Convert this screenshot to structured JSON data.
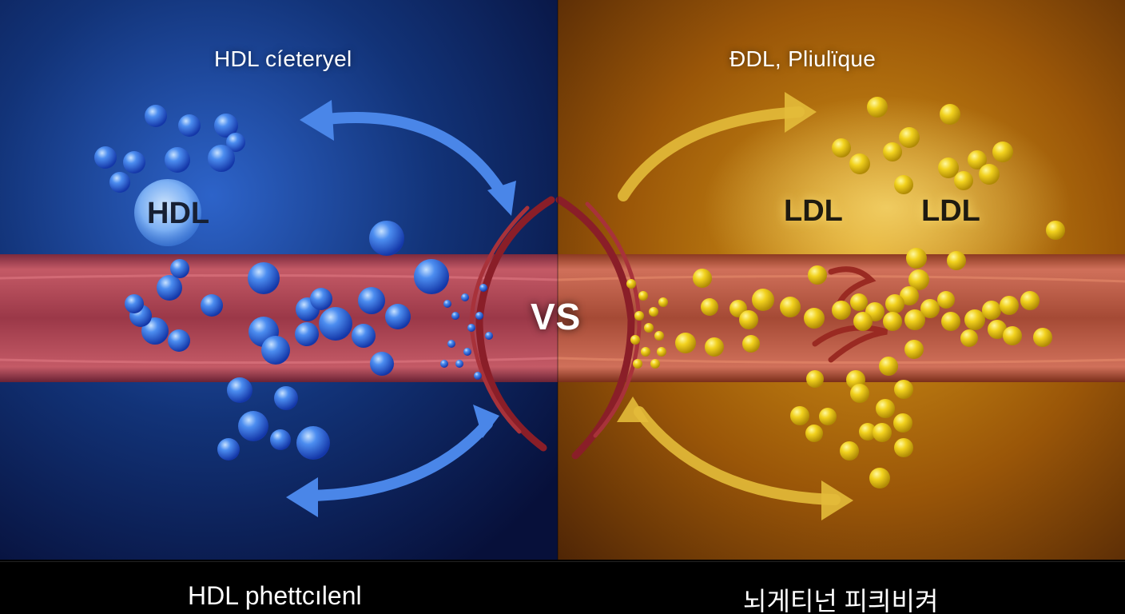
{
  "titles": {
    "left": "HDL cíeteryel",
    "right": "ÐDL, Pliulïque"
  },
  "center_label": "VS",
  "labels": {
    "hdl": "HDL",
    "ldl_1": "LDL",
    "ldl_2": "LDL"
  },
  "captions": {
    "left": "HDL phettcılenl",
    "right": "뇌게티넌 피킈비켜"
  },
  "colors": {
    "hdl_blue": "#3d7be8",
    "ldl_yellow": "#f2d21e",
    "artery_red": "#b8464f"
  }
}
